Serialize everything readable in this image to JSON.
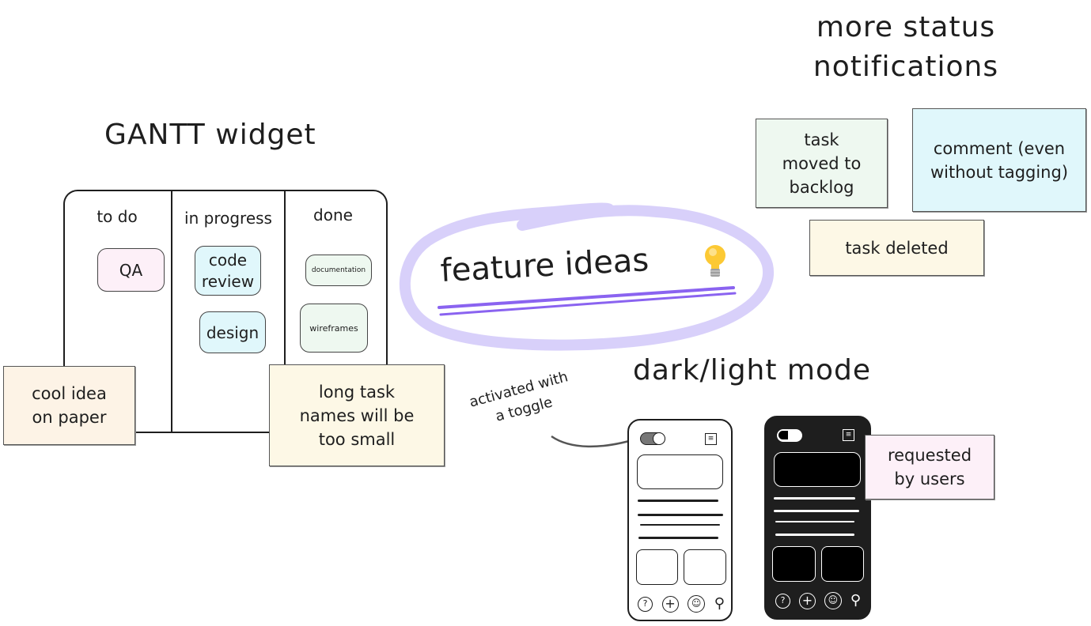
{
  "gantt": {
    "title": "GANTT widget",
    "columns": [
      {
        "label": "to do",
        "cards": [
          {
            "label": "QA",
            "color": "#fdf0f8"
          }
        ]
      },
      {
        "label": "in progress",
        "cards": [
          {
            "label": "code review",
            "color": "#e0f7fb"
          },
          {
            "label": "design",
            "color": "#e0f7fb"
          }
        ]
      },
      {
        "label": "done",
        "cards": [
          {
            "label": "documentation",
            "color": "#eef8f0"
          },
          {
            "label": "wireframes",
            "color": "#eef8f0"
          }
        ]
      }
    ],
    "notes": [
      {
        "label": "cool idea on paper",
        "color": "#fdf3e6"
      },
      {
        "label": "long task names will be too small",
        "color": "#fdf8e6"
      }
    ]
  },
  "center": {
    "title": "feature ideas",
    "icon": "lightbulb-icon",
    "accent": "#8a63f0",
    "circle_color": "#d8d0fa"
  },
  "status": {
    "title_line1": "more status",
    "title_line2": "notifications",
    "notes": [
      {
        "label": "task moved to backlog",
        "color": "#eef8f0"
      },
      {
        "label": "comment (even without tagging)",
        "color": "#e0f7fb"
      },
      {
        "label": "task deleted",
        "color": "#fdf8e6"
      }
    ]
  },
  "mode": {
    "title": "dark/light mode",
    "annotation_line1": "activated with",
    "annotation_line2": "a toggle",
    "note": {
      "label": "requested by users",
      "color": "#fdf0f8"
    },
    "icons": [
      "help-icon",
      "plus-icon",
      "user-icon",
      "search-icon"
    ]
  }
}
